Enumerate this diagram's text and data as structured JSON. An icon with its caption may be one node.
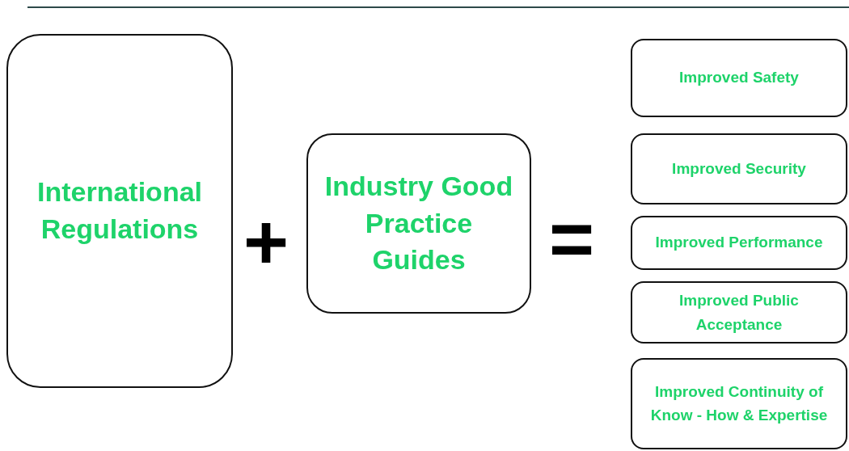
{
  "diagram": {
    "nodes": [
      {
        "text": [
          "International Regulations"
        ]
      },
      {
        "text": [
          "Industry Good Practice Guides"
        ]
      },
      {
        "text": [
          "Improved Safety"
        ]
      },
      {
        "text": [
          "Improved Security"
        ]
      },
      {
        "text": [
          "Improved Performance"
        ]
      },
      {
        "text": [
          "Improved Public Acceptance"
        ]
      },
      {
        "text": [
          "Improved Continuity of Know - How & Expertise"
        ]
      }
    ],
    "labels": [
      "+",
      "="
    ]
  }
}
